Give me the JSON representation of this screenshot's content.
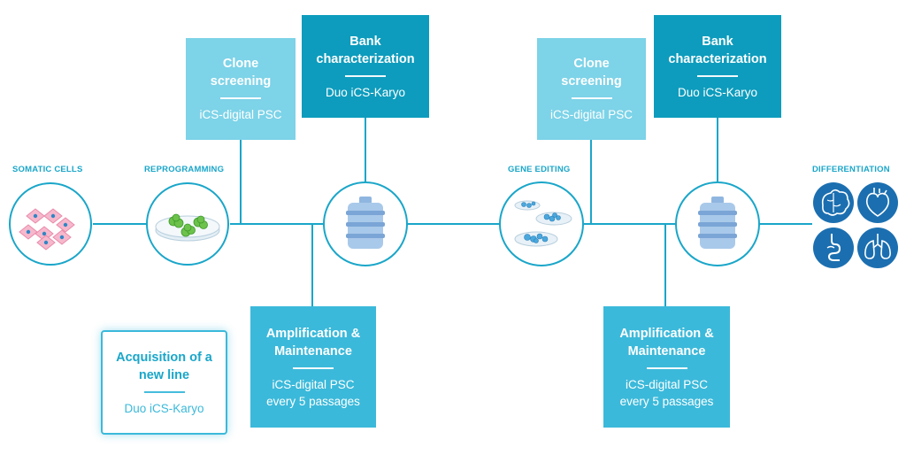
{
  "stages": {
    "somatic": "SOMATIC CELLS",
    "reprogramming": "REPROGRAMMING",
    "gene_editing": "GENE EDITING",
    "differentiation": "DIFFERENTIATION"
  },
  "boxes": {
    "clone1": {
      "title": "Clone screening",
      "sub": "iCS-digital PSC"
    },
    "bank1": {
      "title": "Bank characterization",
      "sub": "Duo iCS-Karyo"
    },
    "amp1": {
      "title": "Amplification & Maintenance",
      "sub": "iCS-digital PSC every 5 passages"
    },
    "acq": {
      "title": "Acquisition of a new line",
      "sub": "Duo iCS-Karyo"
    },
    "clone2": {
      "title": "Clone screening",
      "sub": "iCS-digital PSC"
    },
    "bank2": {
      "title": "Bank characterization",
      "sub": "Duo iCS-Karyo"
    },
    "amp2": {
      "title": "Amplification & Maintenance",
      "sub": "iCS-digital PSC every 5 passages"
    }
  },
  "colors": {
    "line": "#1aa6c9",
    "light": "#7dd3e8",
    "mid": "#3bb9da",
    "dark": "#0d9cbd",
    "organ": "#1b6fb0"
  },
  "icons": [
    "cells-icon",
    "petri-dish-icon",
    "cell-bank-icon",
    "dishes-icon",
    "brain-icon",
    "heart-icon",
    "intestine-icon",
    "lungs-icon"
  ]
}
